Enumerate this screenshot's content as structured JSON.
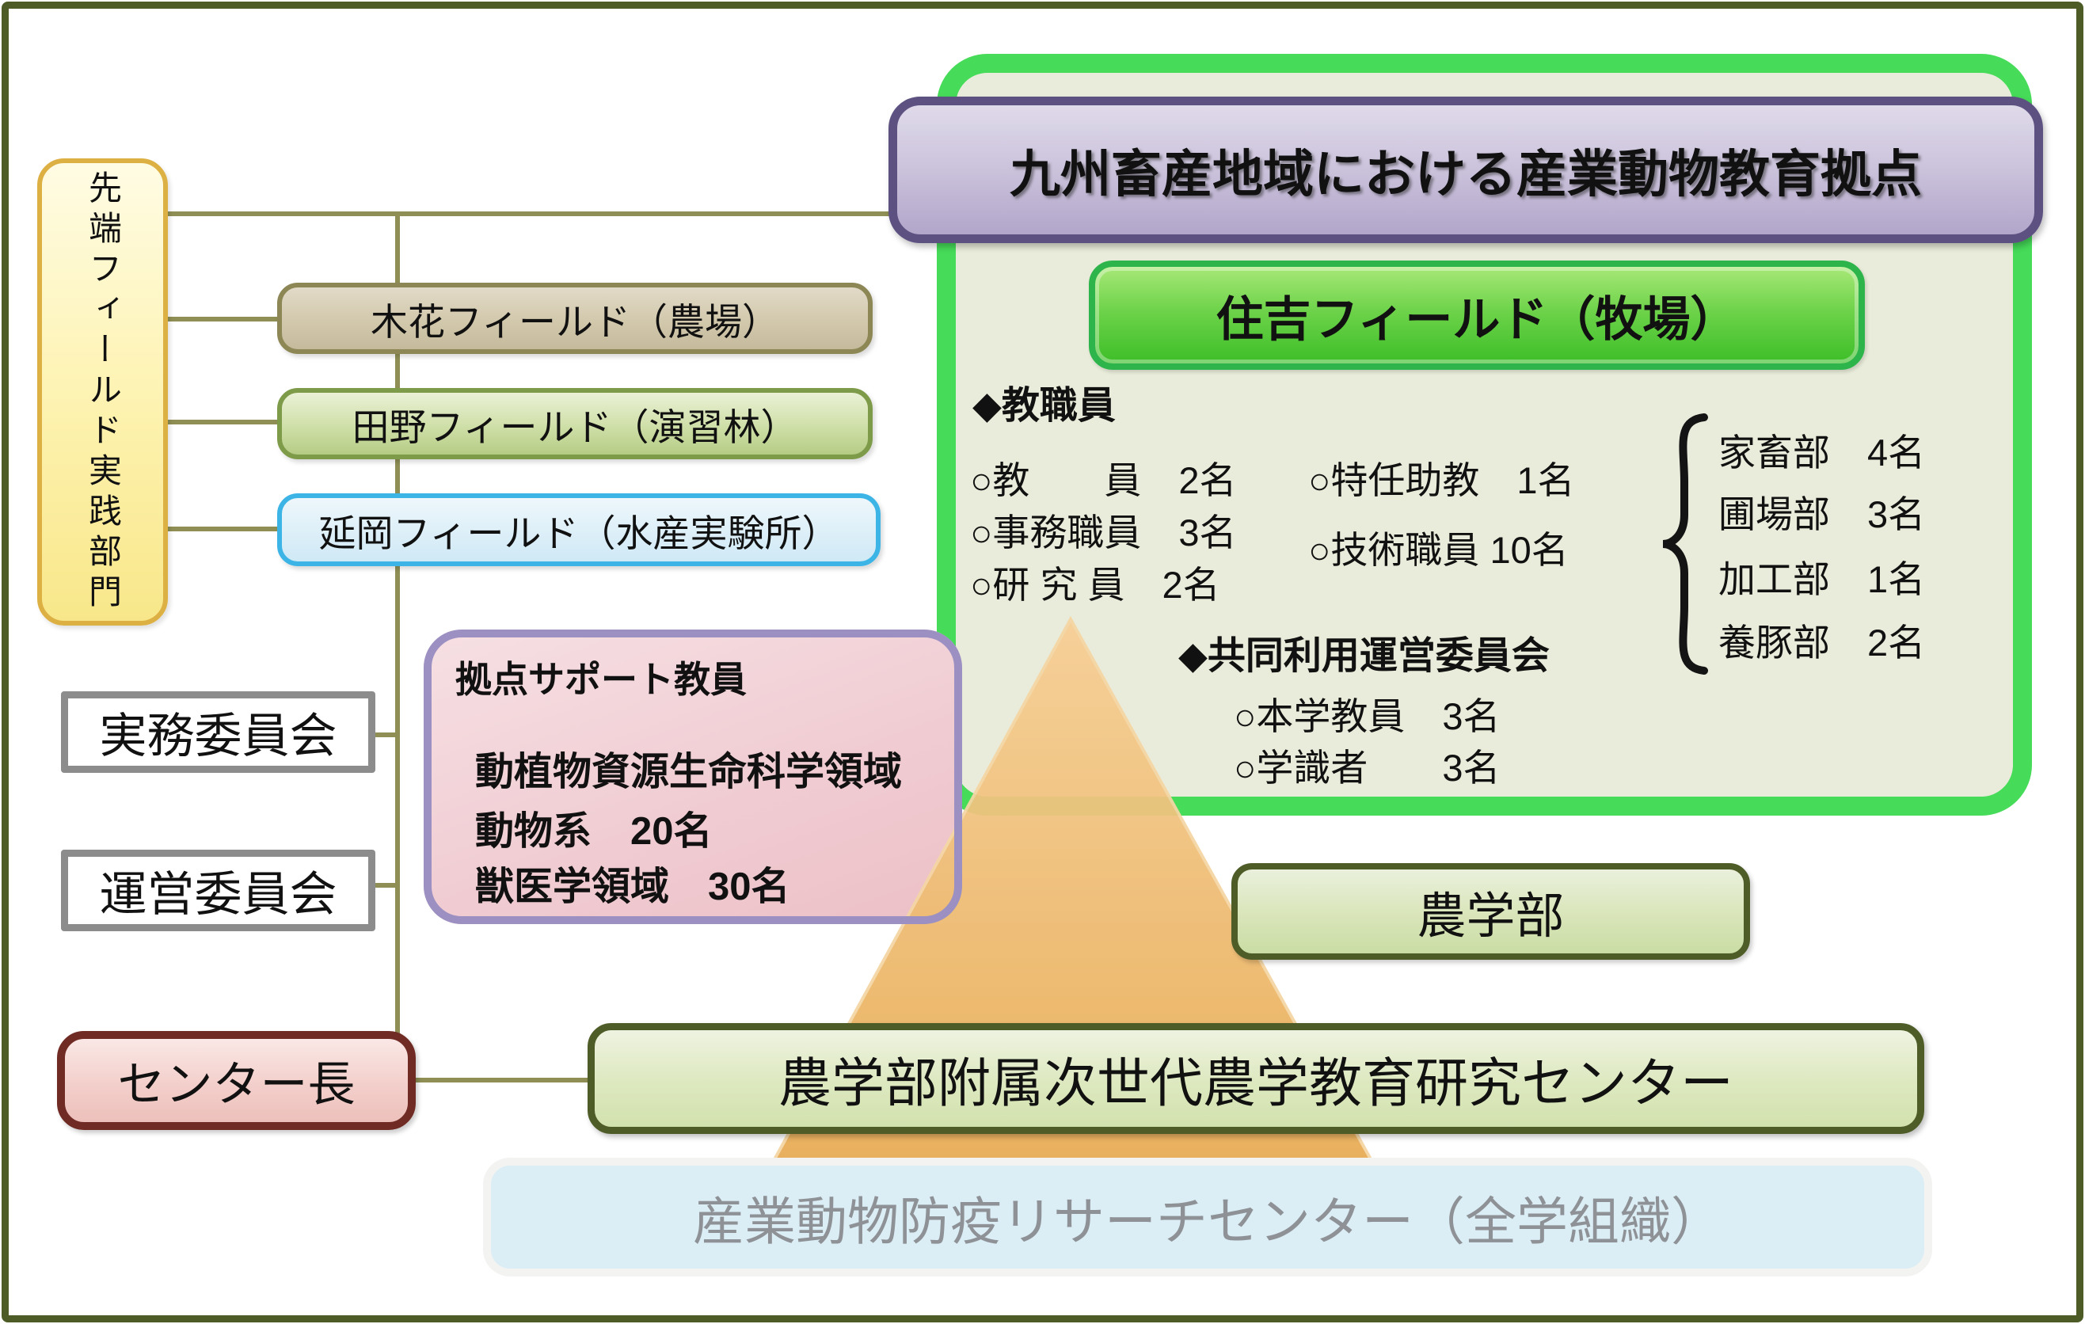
{
  "title_banner": "九州畜産地域における産業動物教育拠点",
  "left_column": {
    "division_box": "先端フィールド実践部門",
    "field_boxes": [
      {
        "label": "木花フィールド（農場）"
      },
      {
        "label": "田野フィールド（演習林）"
      },
      {
        "label": "延岡フィールド（水産実験所）"
      }
    ],
    "committees": [
      {
        "label": "実務委員会"
      },
      {
        "label": "運営委員会"
      }
    ],
    "center_chief": "センター長"
  },
  "support_box": {
    "title": "拠点サポート教員",
    "lines": [
      "動植物資源生命科学領域",
      "動物系　20名",
      "獣医学領域　30名"
    ]
  },
  "sumiyoshi_panel": {
    "field_button": "住吉フィールド（牧場）",
    "staff_heading": "◆教職員",
    "staff_left": [
      "○教　　員　2名",
      "○事務職員　3名",
      "○研 究 員　2名"
    ],
    "staff_right": [
      "○特任助教　1名",
      "○技術職員 10名"
    ],
    "departments": [
      "家畜部　4名",
      "圃場部　3名",
      "加工部　1名",
      "養豚部　2名"
    ],
    "committee_heading": "◆共同利用運営委員会",
    "committee_lines": [
      "○本学教員　3名",
      "○学識者　　3名"
    ]
  },
  "bottom": {
    "faculty": "農学部",
    "attached_center": "農学部附属次世代農学教育研究センター",
    "research_center": "産業動物防疫リサーチセンター（全学組織）"
  },
  "colors": {
    "frame": "#4d5c26",
    "connector": "#8f8f55",
    "panel_border": "#46db59",
    "panel_fill": "#e9ecda",
    "banner_border": "#5d5181",
    "banner_fill": "#cdc5dd",
    "support_border": "#9c90c2",
    "support_fill": "#f0cdd3",
    "triangle_top": "#f7cf96",
    "triangle_bottom": "#e5a74b",
    "chief_border": "#6f2b24",
    "research_fill": "#dbedf5"
  }
}
